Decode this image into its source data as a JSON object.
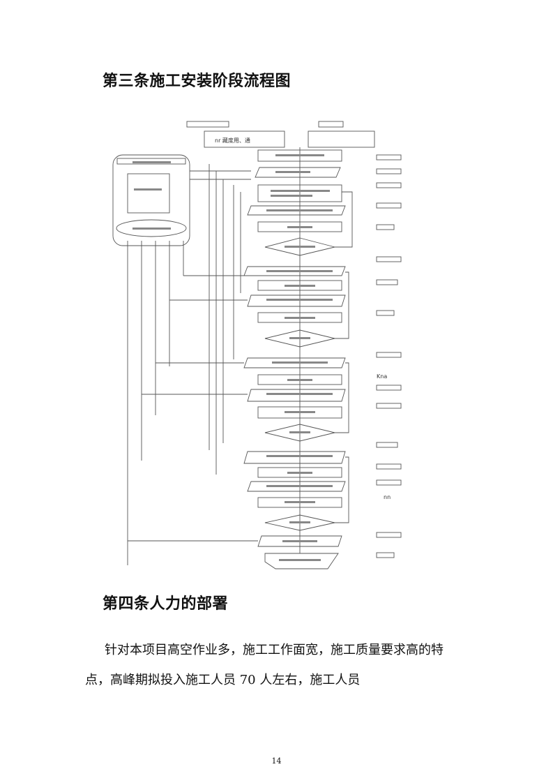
{
  "headings": {
    "section3": "第三条施工安装阶段流程图",
    "section4": "第四条人力的部署"
  },
  "paragraph": {
    "line1": "针对本项目高空作业多，施工工作面宽，施工质量要求高的特",
    "line2": "点，高峰期拟投入施工人员 70 人左右，施工人员"
  },
  "page_number": "14",
  "flowchart": {
    "top_left_box": "nr 藏度用、通",
    "side_marks": [
      "Kna",
      "nn"
    ]
  }
}
